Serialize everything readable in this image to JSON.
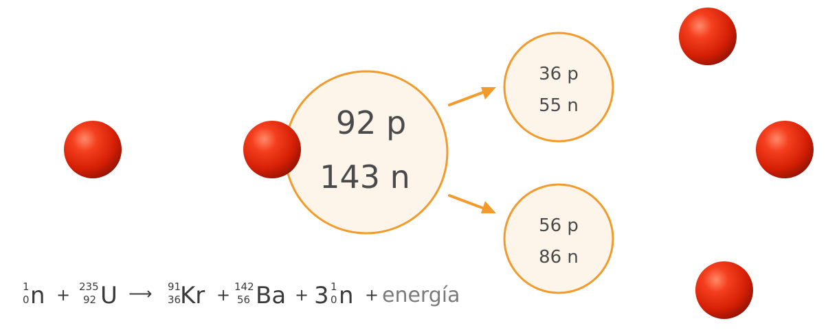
{
  "nuclei": {
    "uranium": {
      "protons": "92 p",
      "neutrons": "143 n"
    },
    "krypton": {
      "protons": "36 p",
      "neutrons": "55 n"
    },
    "barium": {
      "protons": "56 p",
      "neutrons": "86 n"
    }
  },
  "equation": {
    "n_mass": "1",
    "n_atomic": "0",
    "n_symbol": "n",
    "plus": "+",
    "u_mass": "235",
    "u_atomic": "92",
    "u_symbol": "U",
    "arrow": "⟶",
    "kr_mass": "91",
    "kr_atomic": "36",
    "kr_symbol": "Kr",
    "ba_mass": "142",
    "ba_atomic": "56",
    "ba_symbol": "Ba",
    "coefficient": "3",
    "energy": "energía"
  },
  "colors": {
    "orange": "#f39a2b",
    "nucleus_fill": "#fdf4ea",
    "neutron_red": "#e3290e"
  }
}
